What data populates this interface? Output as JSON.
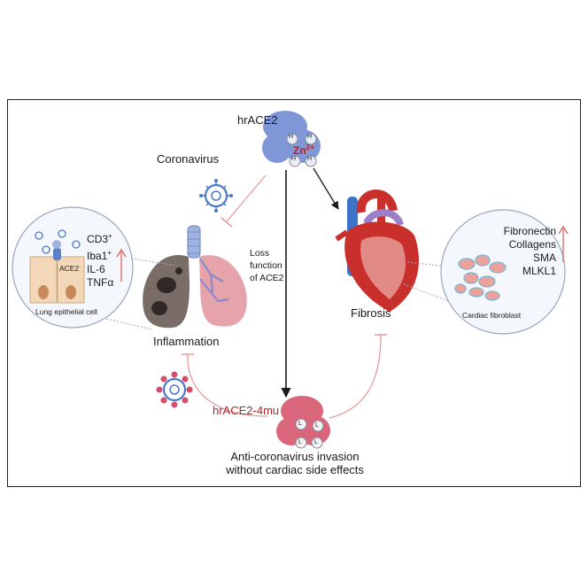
{
  "labels": {
    "hrace2": "hrACE2",
    "zn": "Zn",
    "zn_charge": "2+",
    "h": "H",
    "coronavirus": "Coronavirus",
    "loss_function_1": "Loss",
    "loss_function_2": "function",
    "loss_function_3": "of ACE2",
    "inflammation": "Inflammation",
    "fibrosis": "Fibrosis",
    "hrace2_4mu": "hrACE2-4mu",
    "l": "L",
    "outcome_1": "Anti-coronavirus invasion",
    "outcome_2": "without cardiac side effects",
    "ace2": "ACE2",
    "lung_epithelial_cell": "Lung epithelial cell",
    "cardiac_fibroblast": "Cardiac fibroblast"
  },
  "lung_markers": [
    {
      "text": "CD3",
      "sup": "+"
    },
    {
      "text": "Iba1",
      "sup": "+"
    },
    {
      "text": "IL-6",
      "sup": ""
    },
    {
      "text": "TNFα",
      "sup": ""
    }
  ],
  "heart_markers": [
    "Fibronectin",
    "Collagens",
    "SMA",
    "MLKL1"
  ],
  "colors": {
    "protein_blue": "#7f97d6",
    "protein_pink": "#d9667a",
    "inhibit_line": "#e79a9a",
    "arrow_black": "#1a1a1a",
    "up_arrow": "#e16b6b",
    "virus_blue": "#4a79c9",
    "virus_pink": "#d24d6c"
  }
}
